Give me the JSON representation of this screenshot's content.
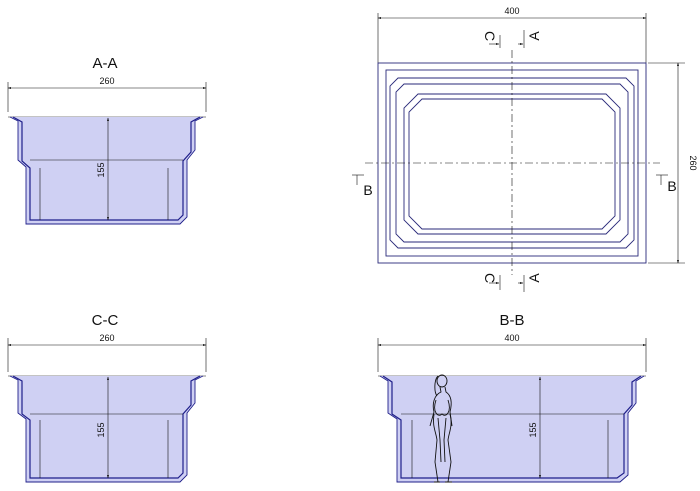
{
  "views": {
    "aa": {
      "title": "A-A",
      "width": "260",
      "depth": "155"
    },
    "cc": {
      "title": "C-C",
      "width": "260",
      "depth": "155"
    },
    "bb": {
      "title": "B-B",
      "width": "400",
      "depth": "155"
    },
    "plan": {
      "width": "400",
      "height": "260",
      "marks": {
        "a": "A",
        "b": "B",
        "c": "C"
      }
    }
  },
  "colors": {
    "wall": "#1f1f8a",
    "wall_fill": "#cfd0f3",
    "line": "#111111"
  }
}
